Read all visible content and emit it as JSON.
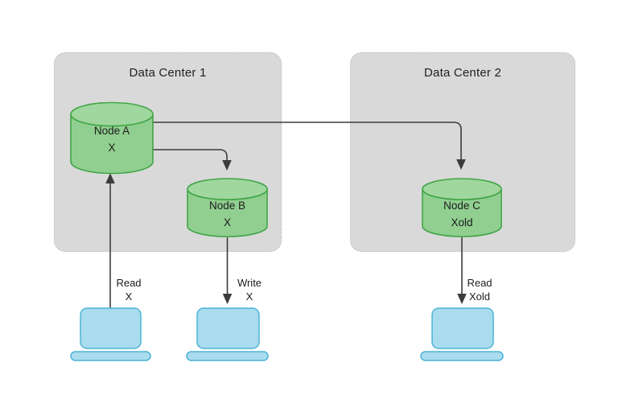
{
  "diagram": {
    "background": "#ffffff",
    "colors": {
      "data_center_fill": "#d9d9d9",
      "data_center_border": "#c6c6c6",
      "node_body_fill": "#90cf90",
      "node_top_fill": "#a0d79e",
      "node_stroke": "#41a547",
      "client_fill": "#a9dcee",
      "client_stroke": "#4eb3d4",
      "arrow": "#3c3c3c",
      "text": "#1c1c1c"
    },
    "data_centers": [
      {
        "title": "Data Center 1"
      },
      {
        "title": "Data Center 2"
      }
    ],
    "nodes": [
      {
        "label": "Node A",
        "value": "X",
        "data_center": "Data Center 1"
      },
      {
        "label": "Node B",
        "value": "X",
        "data_center": "Data Center 1"
      },
      {
        "label": "Node C",
        "value": "Xold",
        "data_center": "Data Center 2"
      }
    ],
    "operations": [
      {
        "action": "Read",
        "value": "X"
      },
      {
        "action": "Write",
        "value": "X"
      },
      {
        "action": "Read",
        "value": "Xold"
      }
    ]
  }
}
